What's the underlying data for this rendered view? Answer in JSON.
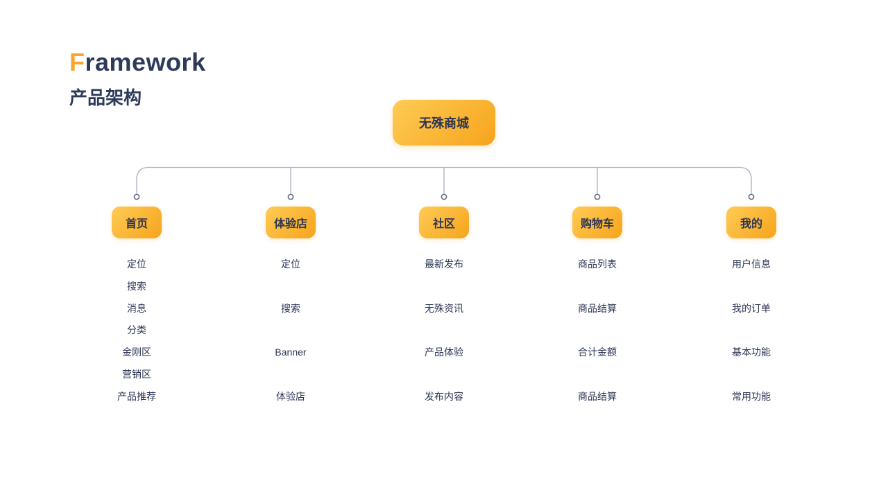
{
  "header": {
    "title_accent": "F",
    "title_rest": "ramework",
    "subtitle": "产品架构"
  },
  "root": {
    "label": "无殊商城"
  },
  "branches": [
    {
      "label": "首页",
      "items": [
        "定位",
        "搜索",
        "消息",
        "分类",
        "金刚区",
        "营销区",
        "产品推荐"
      ]
    },
    {
      "label": "体验店",
      "items": [
        "定位",
        "搜索",
        "Banner",
        "体验店"
      ]
    },
    {
      "label": "社区",
      "items": [
        "最新发布",
        "无殊资讯",
        "产品体验",
        "发布内容"
      ]
    },
    {
      "label": "购物车",
      "items": [
        "商品列表",
        "商品结算",
        "合计金额",
        "商品结算"
      ]
    },
    {
      "label": "我的",
      "items": [
        "用户信息",
        "我的订单",
        "基本功能",
        "常用功能"
      ]
    }
  ],
  "colors": {
    "accent_orange": "#F9A72B",
    "navy_text": "#2E3A59",
    "node_text": "#2B3553",
    "node_gradient_start": "#FFCB55",
    "node_gradient_end": "#F6A41C",
    "connector_line": "#A9AFC2",
    "connector_ring": "#5E6885",
    "background": "#FFFFFF"
  }
}
